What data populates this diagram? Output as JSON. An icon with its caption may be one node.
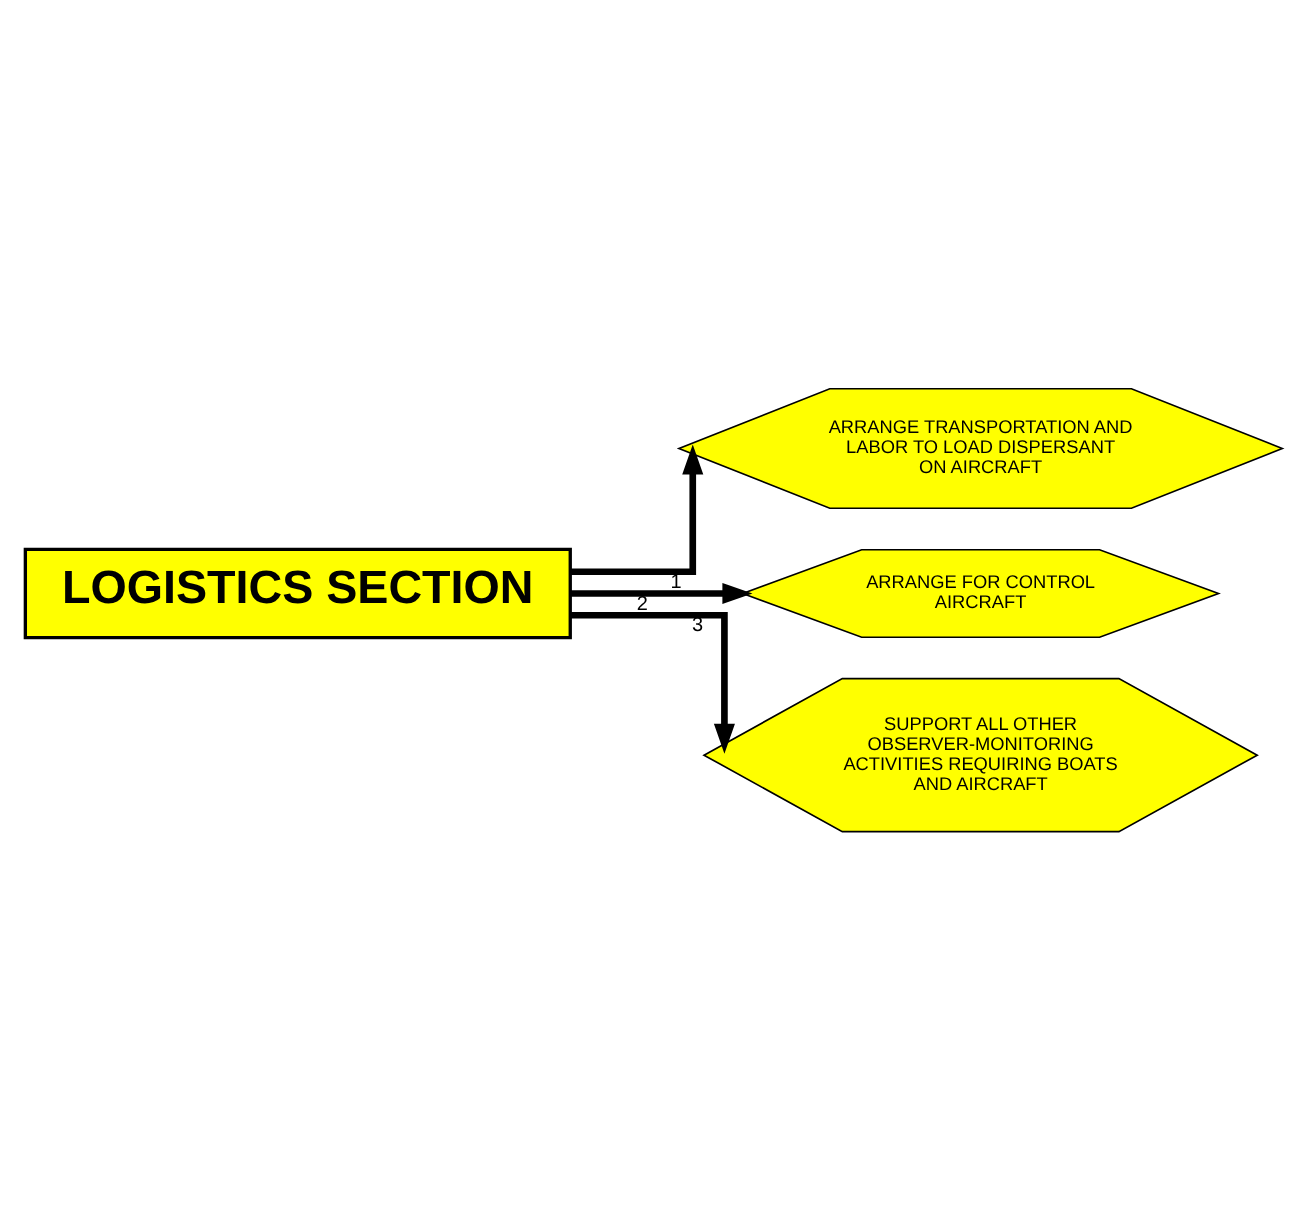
{
  "diagram": {
    "nodes": [
      {
        "text": [
          "LOGISTICS SECTION"
        ]
      },
      {
        "text": [
          "ARRANGE TRANSPORTATION AND LABOR TO LOAD DISPERSANT ON AIRCRAFT"
        ]
      },
      {
        "text": [
          "ARRANGE FOR CONTROL AIRCRAFT"
        ]
      },
      {
        "text": [
          "SUPPORT ALL OTHER OBSERVER-MONITORING ACTIVITIES REQUIRING BOATS AND AIRCRAFT"
        ]
      }
    ],
    "edges": [
      {
        "from": 0,
        "to": 1,
        "arrow": "to",
        "label": "1"
      },
      {
        "from": 0,
        "to": 2,
        "arrow": "to",
        "label": "2"
      },
      {
        "from": 0,
        "to": 3,
        "arrow": "to",
        "label": "3"
      }
    ]
  }
}
